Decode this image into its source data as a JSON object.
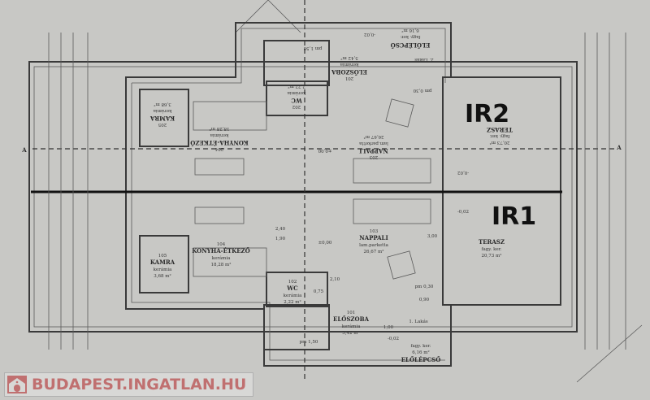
{
  "watermark": {
    "text": "BUDAPEST.INGATLAN.HU",
    "color": "#c07070"
  },
  "section_marker": "A",
  "handwritten": {
    "upper": "IR2",
    "lower": "IR1"
  },
  "upper_unit": {
    "entrance": "2. Lakás",
    "rooms": [
      {
        "num": "201",
        "name": "ELŐSZOBA",
        "finish": "kerámia",
        "area": "5,42 m²"
      },
      {
        "num": "202",
        "name": "WC",
        "finish": "kerámia",
        "area": "2,22 m²"
      },
      {
        "num": "203",
        "name": "NAPPALI",
        "finish": "lam.parketta",
        "area": "26,67 m²"
      },
      {
        "num": "204",
        "name": "KONYHA-ÉTKEZŐ",
        "finish": "kerámia",
        "area": "18,28 m²"
      },
      {
        "num": "205",
        "name": "KAMRA",
        "finish": "kerámia",
        "area": "3,68 m²"
      }
    ],
    "porch": {
      "name": "ELŐLÉPCSŐ",
      "finish": "fagy. ker.",
      "area": "6,16 m²"
    },
    "terrace": {
      "name": "TERASZ",
      "finish": "fagy. ker.",
      "area": "20,73 m²"
    }
  },
  "lower_unit": {
    "entrance": "1. Lakás",
    "rooms": [
      {
        "num": "101",
        "name": "ELŐSZOBA",
        "finish": "kerámia",
        "area": "5,42 m²"
      },
      {
        "num": "102",
        "name": "WC",
        "finish": "kerámia",
        "area": "2,22 m²"
      },
      {
        "num": "103",
        "name": "NAPPALI",
        "finish": "lam.parketta",
        "area": "26,67 m²"
      },
      {
        "num": "104",
        "name": "KONYHA-ÉTKEZŐ",
        "finish": "kerámia",
        "area": "18,28 m²"
      },
      {
        "num": "105",
        "name": "KAMRA",
        "finish": "kerámia",
        "area": "3,68 m²"
      }
    ],
    "porch": {
      "name": "ELŐLÉPCSŐ",
      "finish": "fagy. ker.",
      "area": "6,16 m²"
    },
    "terrace": {
      "name": "TERASZ",
      "finish": "fagy. ker.",
      "area": "20,73 m²"
    }
  },
  "levels": {
    "floor": "±0,00",
    "terrace": "-0,02",
    "porch": "-0,02"
  },
  "dims": {
    "pm": "pm 0,30",
    "stair": "pm 1,50",
    "d240": "2,40",
    "d100": "1,00",
    "d190": "1,90",
    "d210": "2,10",
    "d090": "0,90",
    "d075": "0,75",
    "d300": "3,00"
  }
}
